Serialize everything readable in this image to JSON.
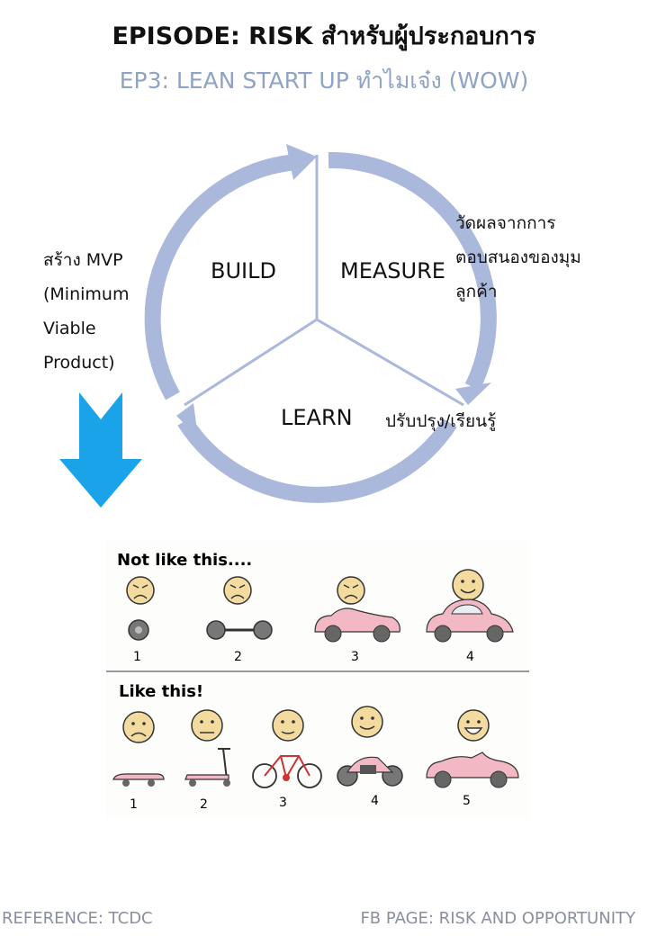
{
  "header": {
    "title": "EPISODE: RISK สำหรับผู้ประกอบการ",
    "subtitle": "EP3: LEAN START UP ทำไมเจ๋ง (WOW)"
  },
  "cycle": {
    "build": "BUILD",
    "measure": "MEASURE",
    "learn": "LEARN"
  },
  "notes": {
    "build_lines": [
      "สร้าง MVP",
      "(Minimum",
      "Viable",
      "Product)"
    ],
    "measure_lines": [
      "วัดผลจากการ",
      "ตอบสนองของมุม",
      "ลูกค้า"
    ],
    "learn": "ปรับปรุง/เรียนรู้"
  },
  "mvp": {
    "not_like": "Not like this....",
    "like": "Like this!",
    "top_steps": [
      "1",
      "2",
      "3",
      "4"
    ],
    "bottom_steps": [
      "1",
      "2",
      "3",
      "4",
      "5"
    ]
  },
  "footer": {
    "left": "REFERENCE: TCDC",
    "right": "FB PAGE: RISK AND OPPORTUNITY"
  },
  "colors": {
    "cycle_ring": "#aab8dc",
    "down_arrow": "#1aa3e8",
    "subtitle": "#8fa3c4",
    "car_pink": "#f2b8c3"
  }
}
